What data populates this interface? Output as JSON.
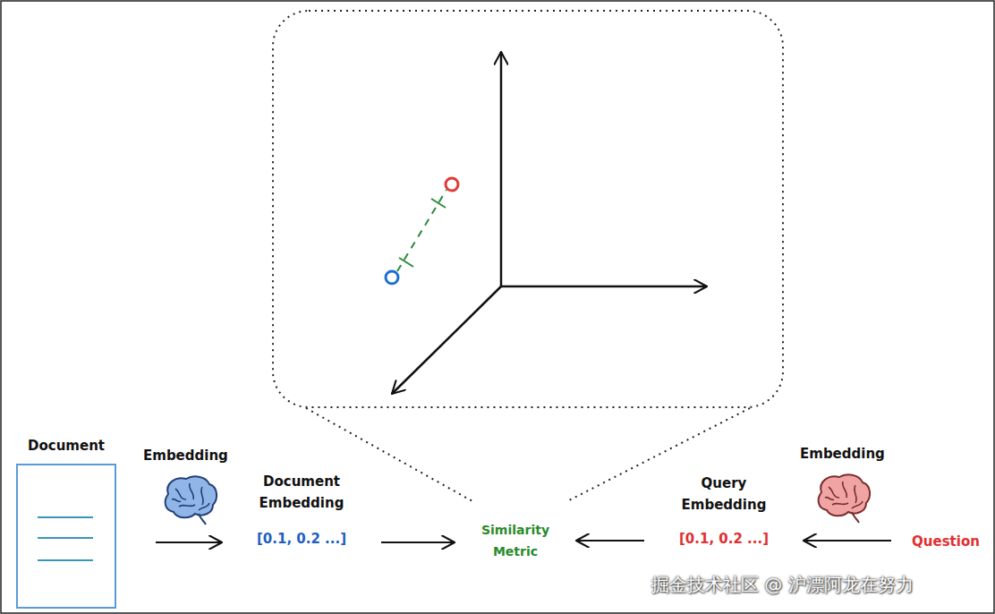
{
  "diagram": {
    "nodes": [
      {
        "text": [
          "Document"
        ]
      },
      {
        "text": [
          "Document Embedding",
          "[0.1, 0.2 ...]"
        ]
      },
      {
        "text": [
          "Similarity Metric"
        ]
      },
      {
        "text": [
          "Query Embedding",
          "[0.1, 0.2 ...]"
        ]
      },
      {
        "text": [
          "Question"
        ]
      }
    ],
    "edges": [
      {
        "from": 0,
        "to": 1,
        "arrow": "to",
        "label": "Embedding"
      },
      {
        "from": 1,
        "to": 2,
        "arrow": "to"
      },
      {
        "from": 3,
        "to": 2,
        "arrow": "to",
        "label": "Embedding"
      },
      {
        "from": 4,
        "to": 3,
        "arrow": "to"
      }
    ],
    "labels": [
      "掘金技术社区 @ 沪漂阿龙在努力"
    ]
  }
}
